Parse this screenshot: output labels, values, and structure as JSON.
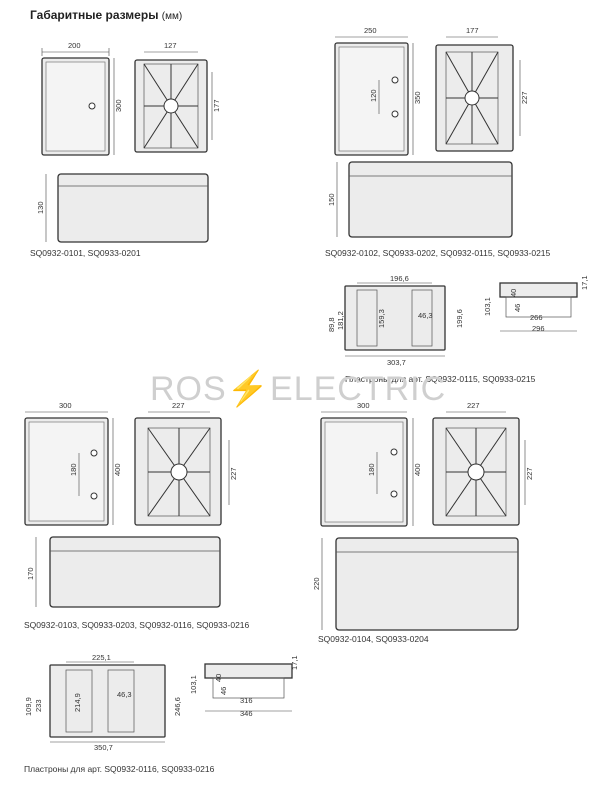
{
  "header": {
    "title": "Габаритные размеры",
    "unit": "(мм)"
  },
  "watermark": {
    "left": "ROS",
    "bolt": "⚡",
    "right": "ELECTRIC"
  },
  "captions": {
    "c1": "SQ0932-0101, SQ0933-0201",
    "c2": "SQ0932-0102, SQ0933-0202, SQ0932-0115, SQ0933-0215",
    "c3": "Пластроны для арт. SQ0932-0115, SQ0933-0215",
    "c4": "SQ0932-0103, SQ0933-0203, SQ0932-0116, SQ0933-0216",
    "c5": "SQ0932-0104, SQ0933-0204",
    "c6": "Пластроны для арт. SQ0932-0116, SQ0933-0216"
  },
  "dims": {
    "a_w": "200",
    "a_h": "300",
    "a_bw": "127",
    "a_bh": "177",
    "a_d": "130",
    "b_w": "250",
    "b_h": "350",
    "b_hole": "120",
    "b_bw": "177",
    "b_bh": "227",
    "b_d": "150",
    "p1_w1": "196,6",
    "p1_w2": "303,7",
    "p1_h1": "89,8",
    "p1_h2": "181,2",
    "p1_h3": "159,3",
    "p1_h4": "46,3",
    "p1_h5": "199,6",
    "p1_s1": "103,1",
    "p1_s2": "40",
    "p1_s3": "46",
    "p1_s4": "17,1",
    "p1_s5": "266",
    "p1_s6": "296",
    "c_w": "300",
    "c_h": "400",
    "c_hole": "180",
    "c_bw": "227",
    "c_bh": "227",
    "c_d": "170",
    "d_w": "300",
    "d_h": "400",
    "d_hole": "180",
    "d_bw": "227",
    "d_bh": "227",
    "d_d": "220",
    "p2_w1": "225,1",
    "p2_w2": "350,7",
    "p2_h1": "109,9",
    "p2_h2": "233",
    "p2_h3": "214,9",
    "p2_h4": "46,3",
    "p2_h5": "246,6",
    "p2_s1": "103,1",
    "p2_s2": "40",
    "p2_s3": "46",
    "p2_s4": "17,1",
    "p2_s5": "316",
    "p2_s6": "346"
  }
}
